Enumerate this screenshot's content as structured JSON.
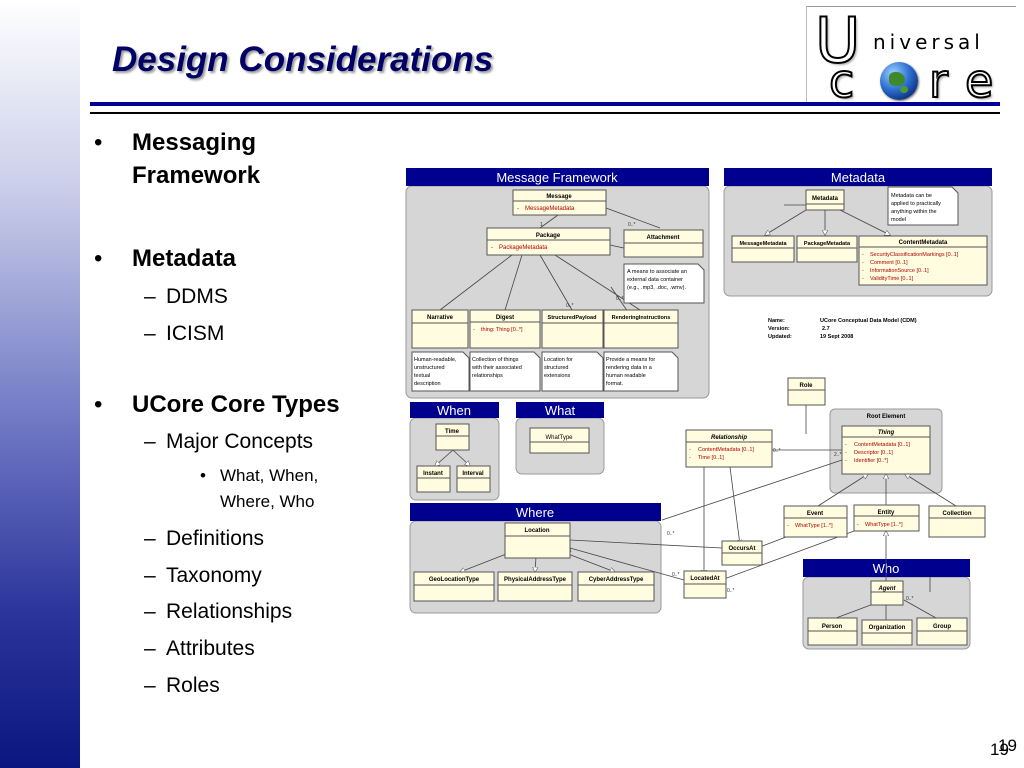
{
  "slide": {
    "title": "Design Considerations",
    "page_number": "19",
    "page_number_echo": "19"
  },
  "logo": {
    "letter_u": "U",
    "niversal": "niversal",
    "ore": "ore",
    "icon": "globe-icon"
  },
  "bullets": {
    "b1_messaging": "Messaging",
    "b1_framework": "Framework",
    "b1_metadata": "Metadata",
    "ddms": "DDMS",
    "icism": "ICISM",
    "b1_ucore": "UCore Core Types",
    "major_concepts": "Major Concepts",
    "what_when": "What, When,",
    "where_who": "Where, Who",
    "definitions": "Definitions",
    "taxonomy": "Taxonomy",
    "relationships": "Relationships",
    "attributes": "Attributes",
    "roles": "Roles"
  },
  "diagram": {
    "headers": {
      "message_framework": "Message Framework",
      "metadata": "Metadata",
      "when": "When",
      "what": "What",
      "where": "Where",
      "who": "Who"
    },
    "mf": {
      "message": "Message",
      "message_metadata": "MessageMetadata",
      "package": "Package",
      "package_metadata": "PackageMetadata",
      "attachment": "Attachment",
      "attachment_note": [
        "A means to associate an",
        "external data container",
        "(e.g., .mp3, .doc, .wmv)."
      ],
      "narrative": "Narrative",
      "digest": "Digest",
      "digest_attr": "thing:  Thing [0..*]",
      "structured_payload": "StructuredPayload",
      "rendering_instructions": "RenderingInstructions",
      "narrative_note": [
        "Human-readable,",
        "unstructured",
        "textual",
        "description"
      ],
      "digest_note": [
        "Collection of things",
        "with their associated",
        "relationships"
      ],
      "payload_note": [
        "Location for",
        "structured",
        "extensions"
      ],
      "rendering_note": [
        "Provide a means for",
        "rendering data in a",
        "human readable",
        "format."
      ],
      "mult_1": "1",
      "mult_0n_a": "0..*",
      "mult_0n_b": "0..*",
      "mult_0n_c": "0..*"
    },
    "md": {
      "metadata": "Metadata",
      "note": [
        "Metadata can be",
        "applied to practically",
        "anything within the",
        "model"
      ],
      "message_metadata": "MessageMetadata",
      "package_metadata": "PackageMetadata",
      "content_metadata": "ContentMetadata",
      "cm_attrs": [
        "SecurityClassificationMarkings [0..1]",
        "Comment [0..1]",
        "InformationSource [0..1]",
        "ValidityTime [0..1]"
      ]
    },
    "model_info": {
      "name_label": "Name:",
      "name_value": "UCore Conceptual Data Model (CDM)",
      "version_label": "Version:",
      "version_value": "2.7",
      "updated_label": "Updated:",
      "updated_value": "19 Sept 2008"
    },
    "when": {
      "time": "Time",
      "instant": "Instant",
      "interval": "Interval"
    },
    "what": {
      "what_type": "WhatType"
    },
    "core": {
      "role": "Role",
      "root_element": "Root Element",
      "thing": "Thing",
      "thing_attrs": [
        "ContentMetadata [0..1]",
        "Descriptor [0..1]",
        "Identifier [0..*]"
      ],
      "relationship": "Relationship",
      "rel_attrs": [
        "ContentMetadata [0..1]",
        "Time [0..1]"
      ],
      "event": "Event",
      "event_attr": "WhatType [1..*]",
      "entity": "Entity",
      "entity_attr": "WhatType [1..*]",
      "collection": "Collection",
      "occurs_at": "OccursAt",
      "located_at": "LocatedAt",
      "mult_27": "2..*",
      "mult_a": "0..*",
      "mult_b": "0..*",
      "mult_c": "1",
      "mult_d": "0..*",
      "mult_e": "0..*"
    },
    "where": {
      "location": "Location",
      "geo": "GeoLocationType",
      "physical": "PhysicalAddressType",
      "cyber": "CyberAddressType"
    },
    "who": {
      "agent": "Agent",
      "person": "Person",
      "organization": "Organization",
      "group": "Group",
      "mult": "0..*"
    }
  }
}
